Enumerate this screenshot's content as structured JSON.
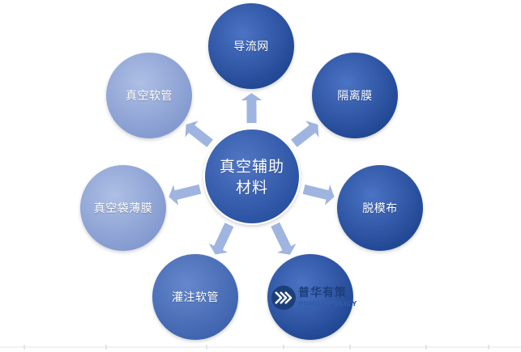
{
  "diagram": {
    "center": {
      "label": "真空辅助\n材料"
    },
    "nodes": [
      {
        "id": "daoliuwang",
        "label": "导流网"
      },
      {
        "id": "gelimo",
        "label": "隔离膜"
      },
      {
        "id": "tuomobu",
        "label": "脱模布"
      },
      {
        "id": "bottom-right",
        "label": ""
      },
      {
        "id": "guanzhuruanguan",
        "label": "灌注软管"
      },
      {
        "id": "zhenkongdaibaomo",
        "label": "真空袋薄膜"
      },
      {
        "id": "zhenkongruanguan",
        "label": "真空软管"
      }
    ]
  },
  "watermark": {
    "cn": "普华有策",
    "en": "PUHUA POLICY"
  },
  "colors": {
    "dark": "#2f57a6",
    "mid": "#4a70bd",
    "light": "#93a9da",
    "arrow": "#9fb5e0",
    "watermark": "#1c3f7a"
  }
}
